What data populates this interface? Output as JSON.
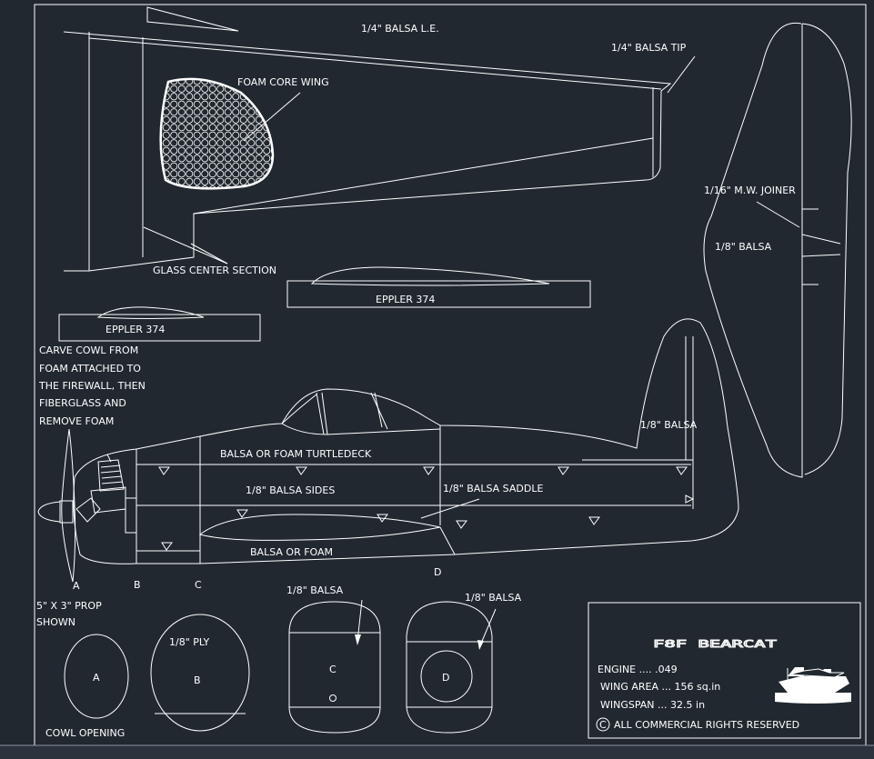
{
  "colors": {
    "background": "#212830",
    "line": "#ffffff",
    "sheet_edge": "#8a96a4"
  },
  "wing": {
    "leading_edge_label": "1/4\" BALSA L.E.",
    "tip_label": "1/4\" BALSA TIP",
    "foam_label": "FOAM CORE WING",
    "center_label": "GLASS CENTER SECTION",
    "airfoil_label_main": "EPPLER 374",
    "airfoil_label_small": "EPPLER 374"
  },
  "stabilizer": {
    "joiner_label": "1/16\" M.W. JOINER",
    "material_label": "1/8\" BALSA"
  },
  "cowl_note": [
    "CARVE COWL FROM",
    "FOAM ATTACHED TO",
    "THE FIREWALL, THEN",
    "FIBERGLASS AND",
    "REMOVE FOAM"
  ],
  "fuselage": {
    "fin_label": "1/8\" BALSA",
    "turtledeck_label": "BALSA OR FOAM TURTLEDECK",
    "sides_label": "1/8\" BALSA SIDES",
    "saddle_label": "1/8\" BALSA SADDLE",
    "bottom_label": "BALSA OR FOAM",
    "stations": [
      "A",
      "B",
      "C",
      "D"
    ],
    "prop_note": [
      "5\" X 3\" PROP",
      "SHOWN"
    ]
  },
  "formers": {
    "A": {
      "letter": "A",
      "caption": "COWL OPENING"
    },
    "B": {
      "letter": "B",
      "label": "1/8\" PLY"
    },
    "C": {
      "letter": "C",
      "label": "1/8\" BALSA"
    },
    "D": {
      "letter": "D",
      "label": "1/8\" BALSA"
    }
  },
  "title_block": {
    "title": "F8F BEARCAT",
    "engine": "ENGINE  .... .049",
    "wing_area": "WING AREA   ... 156 sq.in",
    "wingspan": "WINGSPAN   ... 32.5 in",
    "rights": "ALL COMMERCIAL RIGHTS RESERVED",
    "copyright_symbol": "C"
  }
}
